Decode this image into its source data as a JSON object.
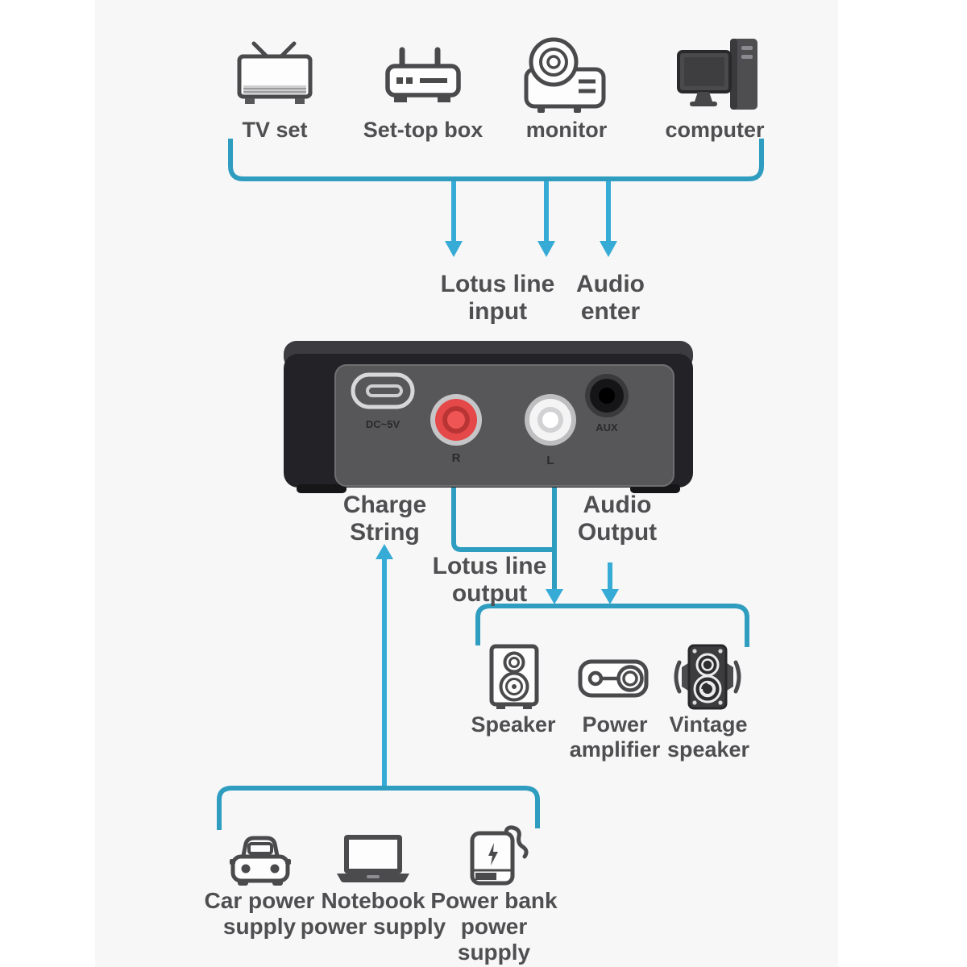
{
  "colors": {
    "background": "#f7f7f8",
    "margin": "#ffffff",
    "connector": "#2f9dbf",
    "arrow": "#36abd5",
    "label_text": "#4f4f51",
    "device_body": "#232327",
    "device_panel": "#57575a",
    "rca_red": "#e54848",
    "rca_white": "#f4f4f5"
  },
  "sources": {
    "items": [
      {
        "label": "TV set",
        "icon": "tv-icon"
      },
      {
        "label": "Set-top box",
        "icon": "set-top-box-icon"
      },
      {
        "label": "monitor",
        "icon": "projector-icon"
      },
      {
        "label": "computer",
        "icon": "computer-icon"
      }
    ]
  },
  "input_labels": {
    "lotus": {
      "line1": "Lotus line",
      "line2": "input"
    },
    "audio": {
      "line1": "Audio",
      "line2": "enter"
    }
  },
  "device": {
    "usb_label": "DC~5V",
    "rca_right_label": "R",
    "rca_left_label": "L",
    "aux_label": "AUX"
  },
  "output_labels": {
    "charge": {
      "line1": "Charge",
      "line2": "String"
    },
    "lotus_out": {
      "line1": "Lotus line",
      "line2": "output"
    },
    "audio_out": {
      "line1": "Audio",
      "line2": "Output"
    }
  },
  "sinks": {
    "items": [
      {
        "line1": "Speaker",
        "line2": "",
        "icon": "speaker-icon"
      },
      {
        "line1": "Power",
        "line2": "amplifier",
        "icon": "amplifier-icon"
      },
      {
        "line1": "Vintage",
        "line2": "speaker",
        "icon": "vintage-speaker-icon"
      }
    ]
  },
  "power_sources": {
    "items": [
      {
        "line1": "Car power",
        "line2": "supply",
        "line3": "",
        "icon": "car-icon"
      },
      {
        "line1": "Notebook",
        "line2": "power supply",
        "line3": "",
        "icon": "notebook-icon"
      },
      {
        "line1": "Power bank",
        "line2": "power",
        "line3": "supply",
        "icon": "power-bank-icon"
      }
    ]
  }
}
